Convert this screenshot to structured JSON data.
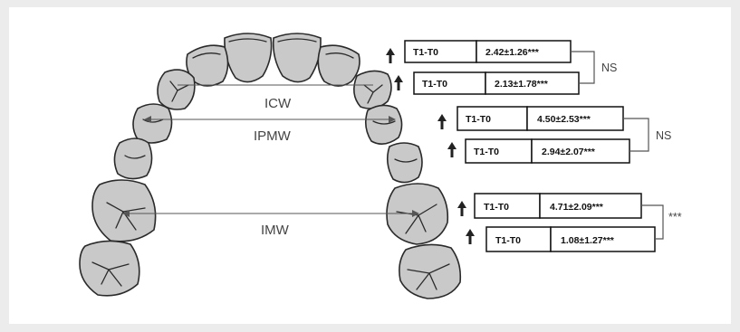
{
  "arch_labels": {
    "icw": "ICW",
    "ipmw": "IPMW",
    "imw": "IMW"
  },
  "groups": [
    {
      "measure": "ICW",
      "rows": [
        {
          "label": "T1-T0",
          "value": "2.42±1.26***",
          "direction": "increase"
        },
        {
          "label": "T1-T0",
          "value": "2.13±1.78***",
          "direction": "increase"
        }
      ],
      "comparison": "NS"
    },
    {
      "measure": "IPMW",
      "rows": [
        {
          "label": "T1-T0",
          "value": "4.50±2.53***",
          "direction": "increase"
        },
        {
          "label": "T1-T0",
          "value": "2.94±2.07***",
          "direction": "increase"
        }
      ],
      "comparison": "NS"
    },
    {
      "measure": "IMW",
      "rows": [
        {
          "label": "T1-T0",
          "value": "4.71±2.09***",
          "direction": "increase"
        },
        {
          "label": "T1-T0",
          "value": "1.08±1.27***",
          "direction": "increase"
        }
      ],
      "comparison": "***"
    }
  ],
  "colors": {
    "tooth_fill": "#c9c9c9",
    "outline": "#2a2a2a",
    "background": "#ececec"
  }
}
